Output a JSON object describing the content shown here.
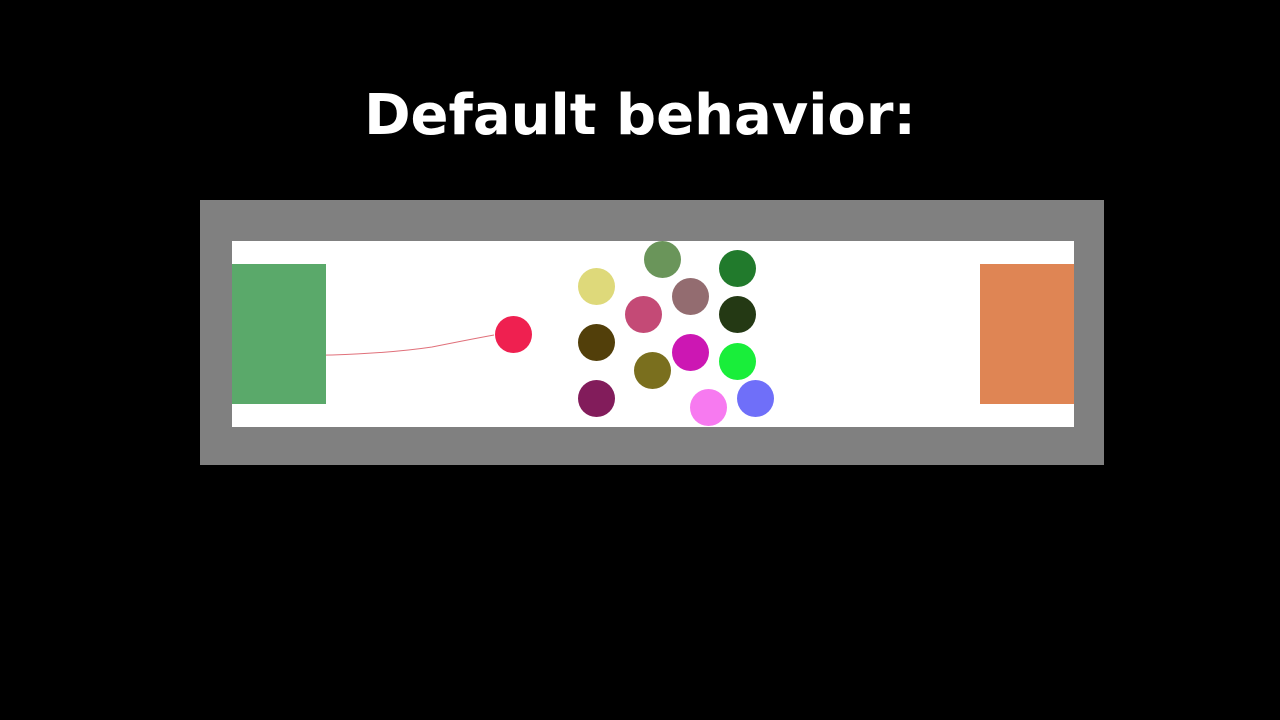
{
  "title": "Default behavior:",
  "colors": {
    "background": "#000000",
    "frame": "#808080",
    "arena": "#ffffff",
    "goal_left": "#5aa96a",
    "goal_right": "#df8554",
    "trail": "#e0707a"
  },
  "player_ball": {
    "name": "red-ball",
    "color": "#ef2050"
  },
  "balls": [
    {
      "name": "ball-sage-green",
      "color": "#6a955a"
    },
    {
      "name": "ball-forest-green",
      "color": "#217a2c"
    },
    {
      "name": "ball-pale-yellow",
      "color": "#ded97a"
    },
    {
      "name": "ball-mauve",
      "color": "#936c70"
    },
    {
      "name": "ball-raspberry",
      "color": "#c44a76"
    },
    {
      "name": "ball-dark-green",
      "color": "#243914"
    },
    {
      "name": "ball-dark-brown",
      "color": "#523f0a"
    },
    {
      "name": "ball-magenta",
      "color": "#cc17b3"
    },
    {
      "name": "ball-lime",
      "color": "#19ee3a"
    },
    {
      "name": "ball-olive",
      "color": "#7a6f1e"
    },
    {
      "name": "ball-plum",
      "color": "#821c5b"
    },
    {
      "name": "ball-pink",
      "color": "#f77af0"
    },
    {
      "name": "ball-periwinkle",
      "color": "#6f6ff9"
    }
  ]
}
